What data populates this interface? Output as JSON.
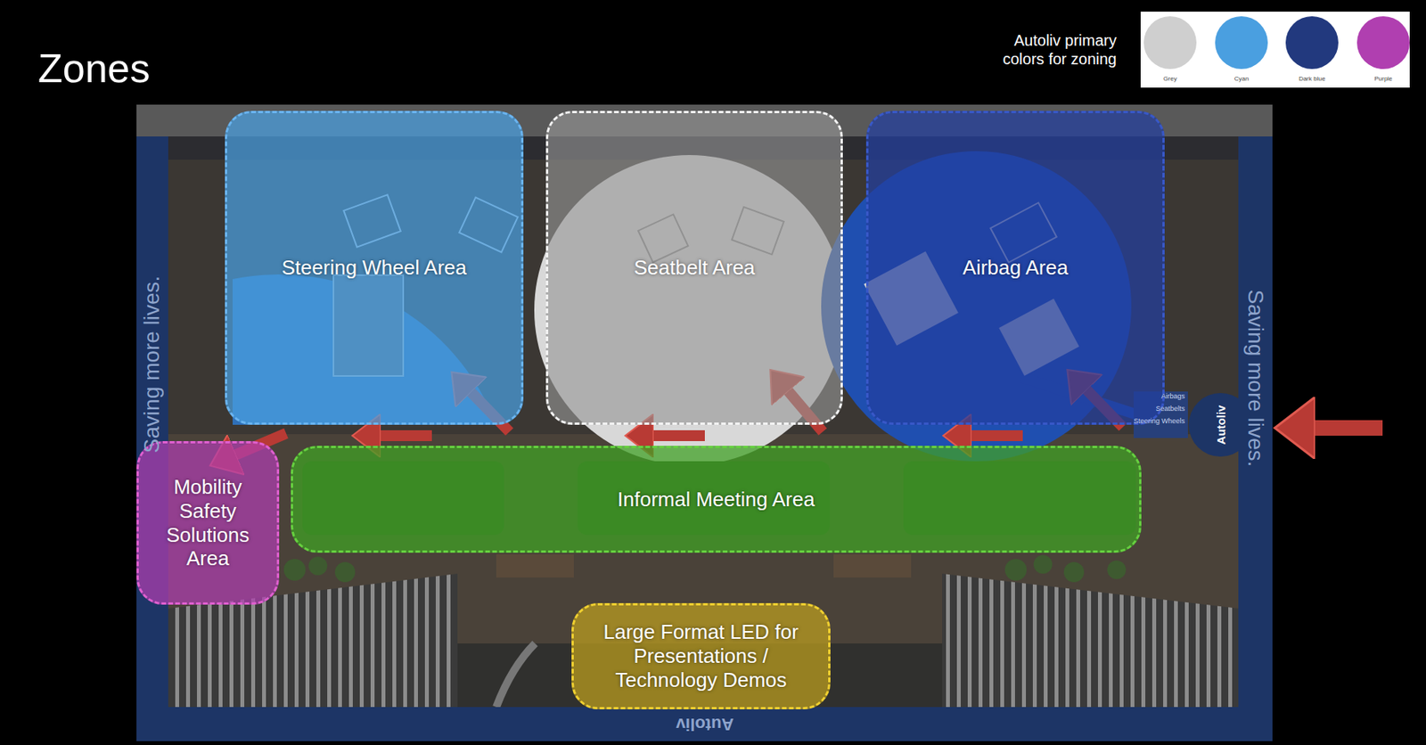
{
  "diagram": {
    "title": "Zones",
    "nodes": [
      {
        "text": [
          "Steering Wheel Area"
        ]
      },
      {
        "text": [
          "Seatbelt Area"
        ]
      },
      {
        "text": [
          "Airbag Area"
        ]
      },
      {
        "text": [
          "Mobility Safety Solutions Area"
        ]
      },
      {
        "text": [
          "Informal Meeting Area"
        ]
      },
      {
        "text": [
          "Large Format LED for Presentations / Technology Demos"
        ]
      }
    ],
    "labels": [
      "Autoliv primary colors for zoning",
      "Saving more lives.",
      "Saving more lives.",
      "Autoliv",
      "Airbags",
      "Seatbelts",
      "Steering Wheels",
      "Autoliv"
    ],
    "legend": [
      {
        "text": "Grey",
        "color": "#cfcfcf"
      },
      {
        "text": "Cyan",
        "color": "#4a9fe0"
      },
      {
        "text": "Dark blue",
        "color": "#22397e"
      },
      {
        "text": "Purple",
        "color": "#b03fb0"
      }
    ]
  }
}
